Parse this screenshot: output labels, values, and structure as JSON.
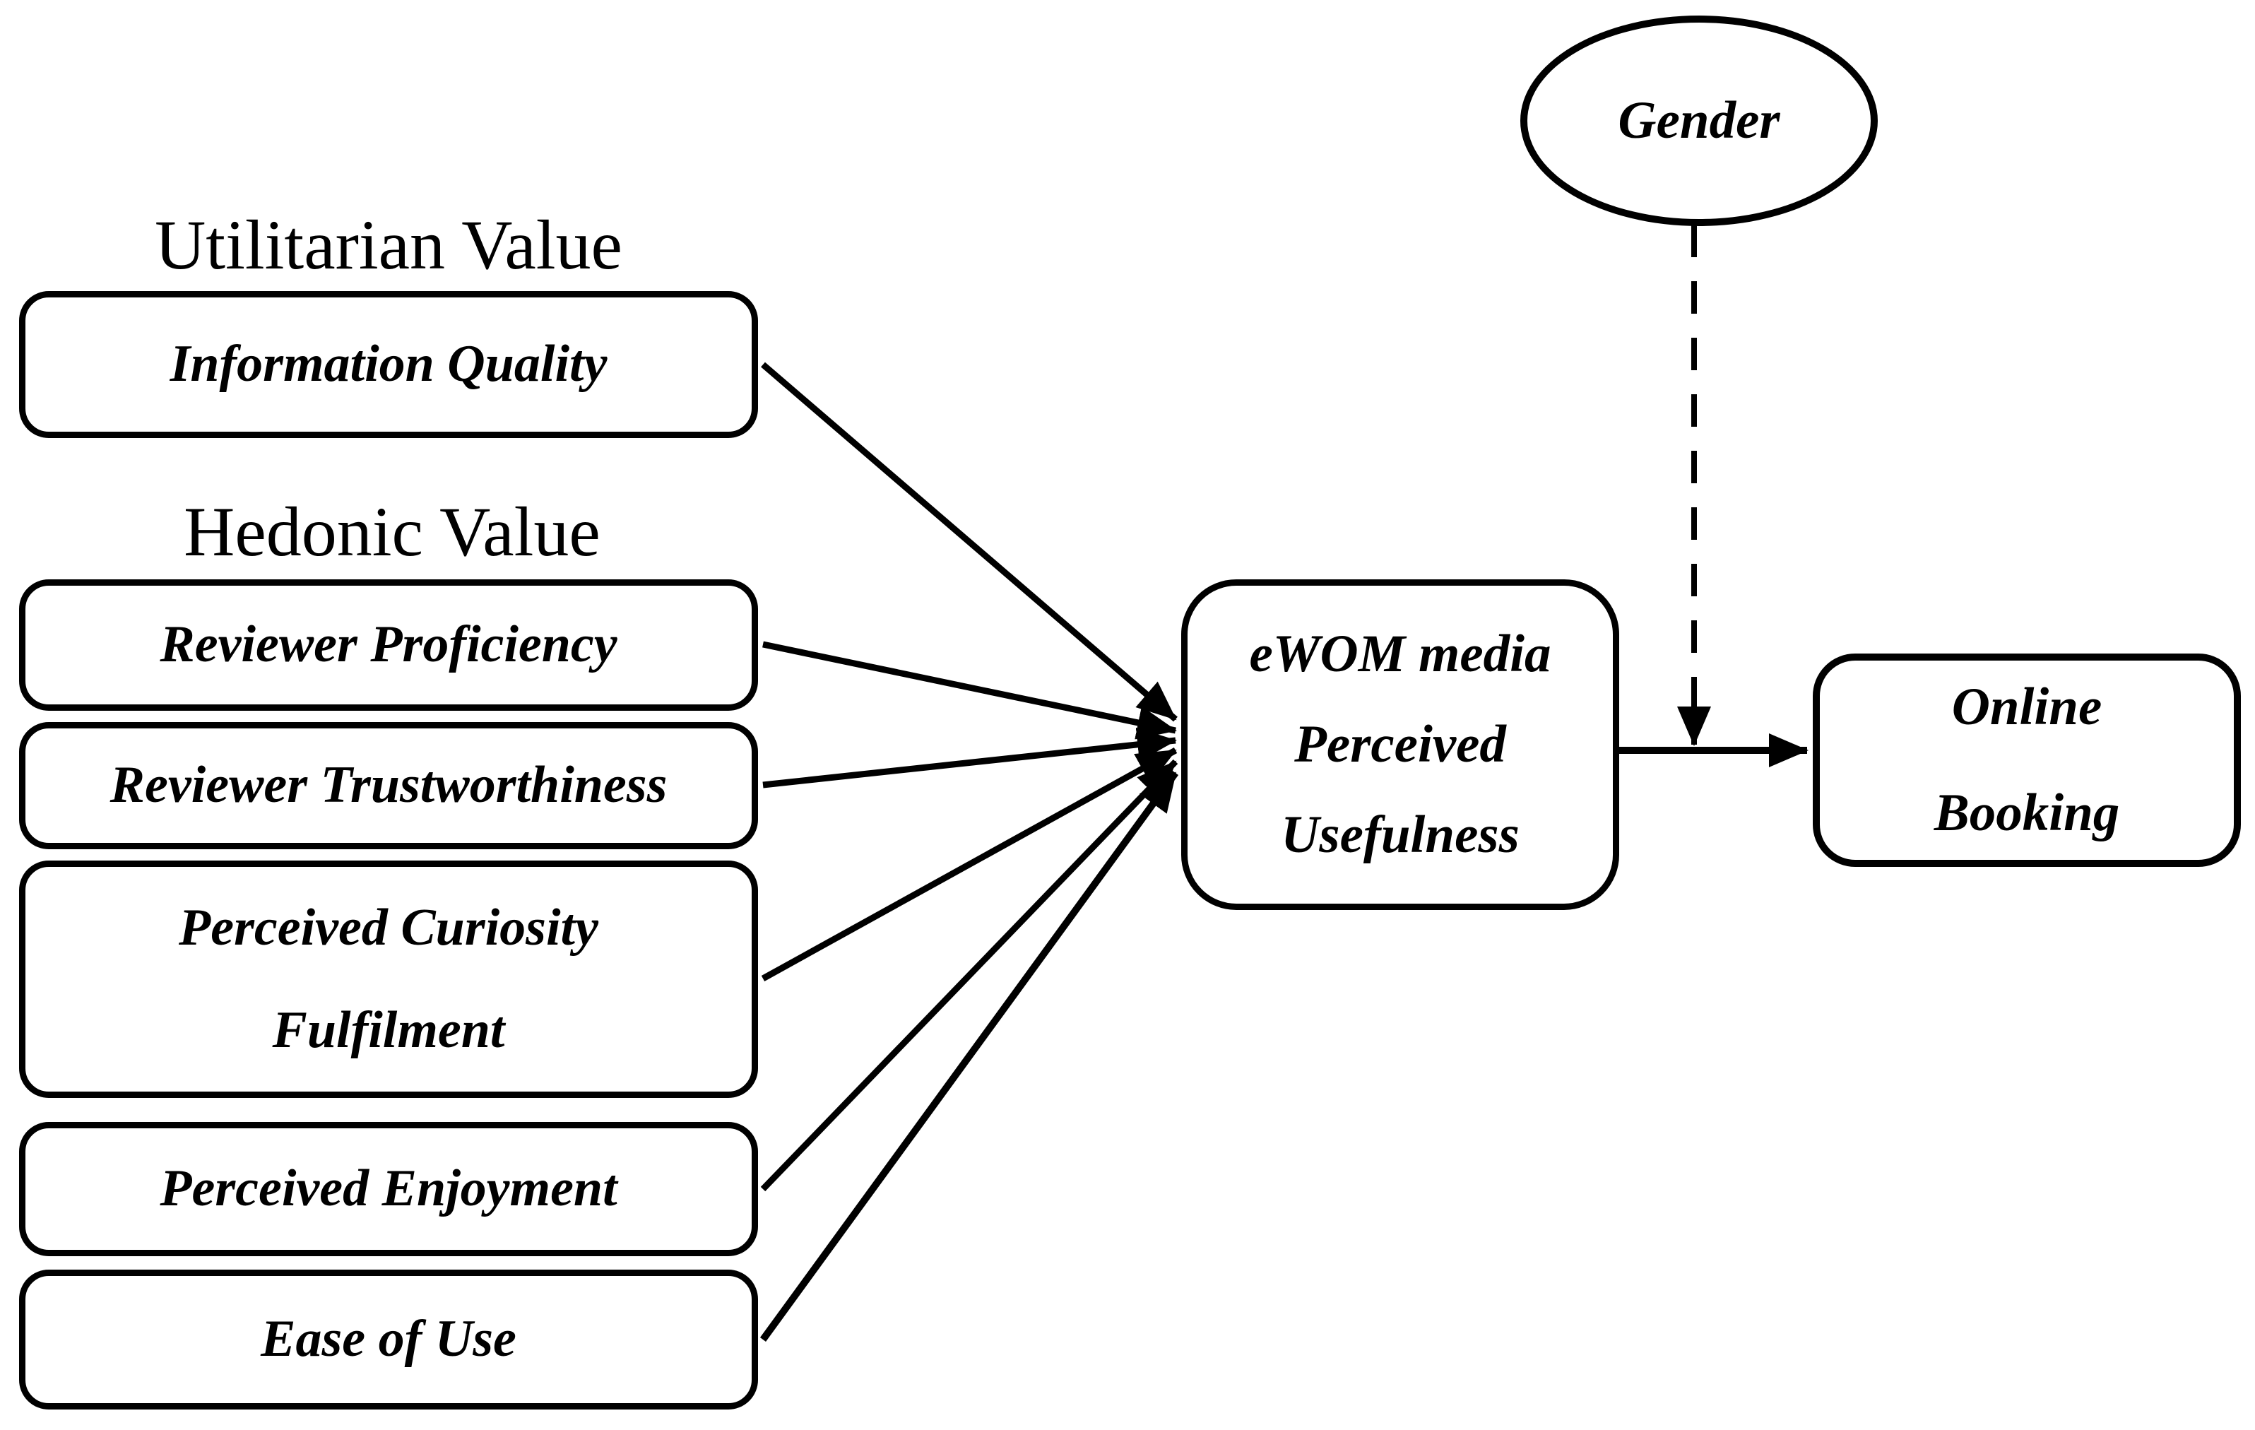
{
  "figure": {
    "background": "#ffffff",
    "ink": "#000000"
  },
  "section_labels": {
    "utilitarian": "Utilitarian Value",
    "hedonic": "Hedonic Value"
  },
  "nodes": {
    "information_quality": {
      "lines": [
        "Information Quality"
      ]
    },
    "reviewer_proficiency": {
      "lines": [
        "Reviewer Proficiency"
      ]
    },
    "reviewer_trustworthiness": {
      "lines": [
        "Reviewer Trustworthiness"
      ]
    },
    "perceived_curiosity_fulfilment": {
      "lines": [
        "Perceived Curiosity",
        "Fulfilment"
      ]
    },
    "perceived_enjoyment": {
      "lines": [
        "Perceived Enjoyment"
      ]
    },
    "ease_of_use": {
      "lines": [
        "Ease of Use"
      ]
    },
    "mediator": {
      "lines": [
        "eWOM media",
        "Perceived",
        "Usefulness"
      ]
    },
    "moderator": {
      "lines": [
        "Gender"
      ]
    },
    "outcome": {
      "lines": [
        "Online",
        "Booking"
      ]
    }
  }
}
